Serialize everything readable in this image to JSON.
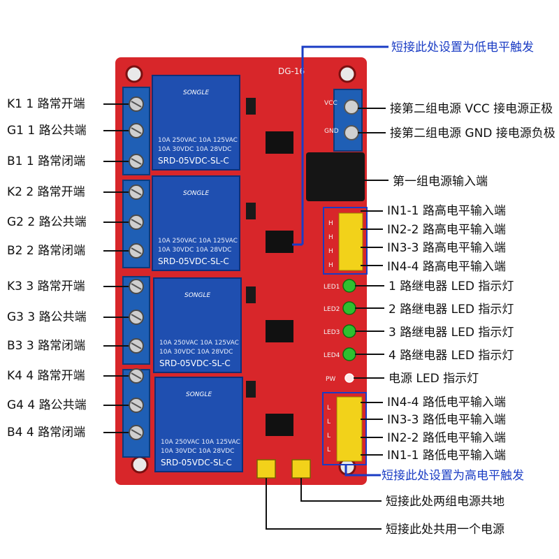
{
  "board": {
    "model": "DG-16",
    "colors": {
      "pcb": "#d8262a",
      "relay": "#1f4fb0",
      "terminal": "#1f5fb5",
      "led": "#2fbf2f",
      "jumper": "#f2d21a",
      "callout_blue": "#1a3cc4"
    }
  },
  "relays": [
    {
      "brand": "SONGLE",
      "rating1": "10A 250VAC  10A 125VAC",
      "rating2": "10A  30VDC  10A  28VDC",
      "model": "SRD-05VDC-SL-C"
    },
    {
      "brand": "SONGLE",
      "rating1": "10A 250VAC  10A 125VAC",
      "rating2": "10A  30VDC  10A  28VDC",
      "model": "SRD-05VDC-SL-C"
    },
    {
      "brand": "SONGLE",
      "rating1": "10A 250VAC  10A 125VAC",
      "rating2": "10A  30VDC  10A  28VDC",
      "model": "SRD-05VDC-SL-C"
    },
    {
      "brand": "SONGLE",
      "rating1": "10A 250VAC  10A 125VAC",
      "rating2": "10A  30VDC  10A  28VDC",
      "model": "SRD-05VDC-SL-C"
    }
  ],
  "left_labels": [
    "K1 1 路常开端",
    "G1 1 路公共端",
    "B1 1 路常闭端",
    "K2 2 路常开端",
    "G2 2 路公共端",
    "B2 2 路常闭端",
    "K3 3 路常开端",
    "G3 3 路公共端",
    "B3 3 路常闭端",
    "K4 4 路常开端",
    "G4 4 路公共端",
    "B4 4 路常闭端"
  ],
  "right_labels": {
    "low_trigger_note": "短接此处设置为低电平触发",
    "vcc2": "接第二组电源 VCC 接电源正极",
    "gnd2": "接第二组电源 GND 接电源负极",
    "power1": "第一组电源输入端",
    "high_inputs": [
      "IN1-1 路高电平输入端",
      "IN2-2 路高电平输入端",
      "IN3-3 路高电平输入端",
      "IN4-4 路高电平输入端"
    ],
    "leds": [
      "1 路继电器 LED 指示灯",
      "2 路继电器 LED 指示灯",
      "3 路继电器 LED 指示灯",
      "4 路继电器 LED 指示灯"
    ],
    "power_led": "电源 LED 指示灯",
    "low_inputs": [
      "IN4-4 路低电平输入端",
      "IN3-3 路低电平输入端",
      "IN2-2 路低电平输入端",
      "IN1-1 路低电平输入端"
    ],
    "high_trigger_note": "短接此处设置为高电平触发",
    "common_ground": "短接此处两组电源共地",
    "shared_power": "短接此处共用一个电源"
  },
  "silkscreen": {
    "led_labels": [
      "LED1",
      "LED2",
      "LED3",
      "LED4"
    ],
    "pw": "PW",
    "h": "H",
    "l": "L",
    "vcc": "VCC",
    "gnd": "GND"
  }
}
